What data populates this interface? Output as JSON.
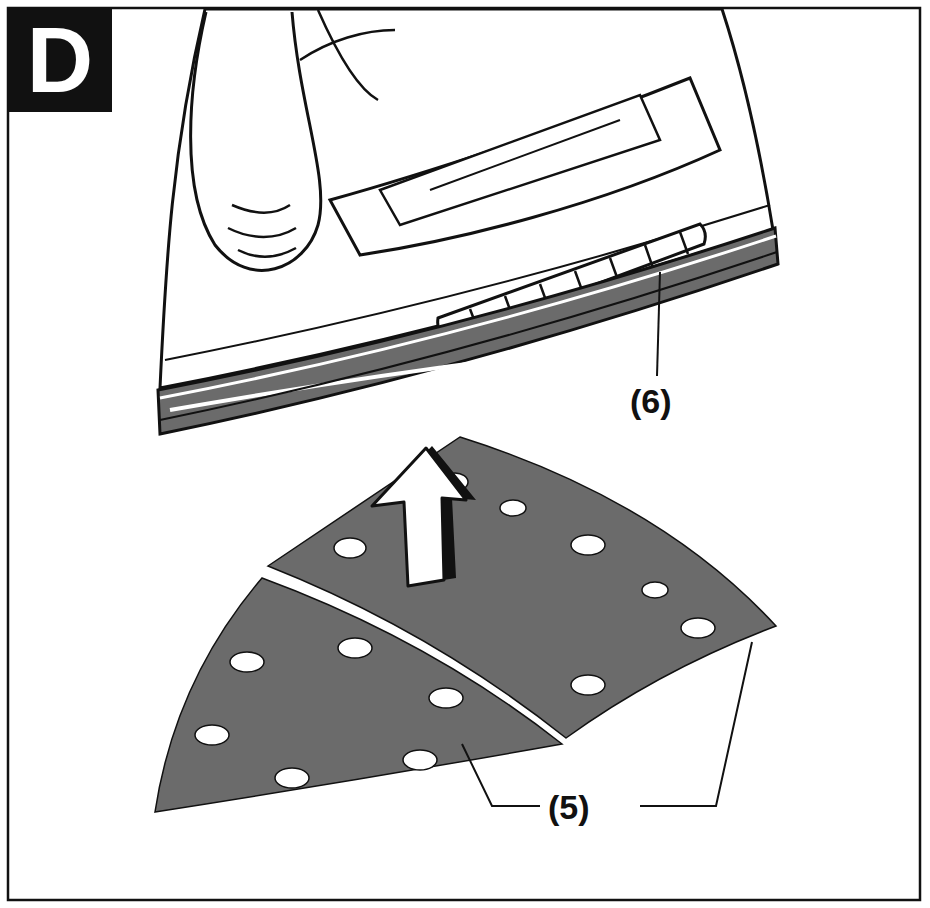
{
  "diagram": {
    "nodes": [
      {
        "text": [
          "D"
        ]
      }
    ],
    "labels": [
      "(6)",
      "(5)"
    ]
  }
}
